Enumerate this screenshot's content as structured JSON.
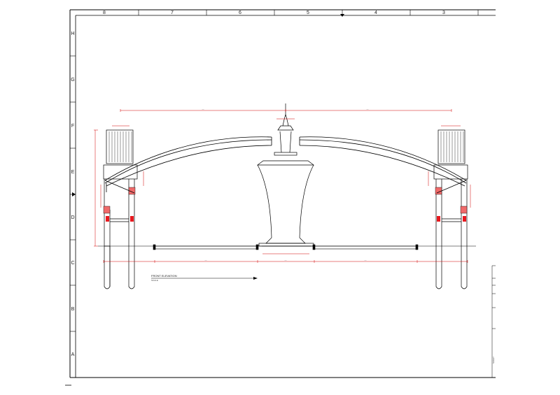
{
  "sheet": {
    "columns": [
      "8",
      "7",
      "6",
      "5",
      "4",
      "3"
    ],
    "rows": [
      "H",
      "G",
      "F",
      "E",
      "D",
      "C",
      "B",
      "A"
    ]
  },
  "elevation": {
    "title": "FRONT ELEVATION",
    "scale_label": "SCALE",
    "dim_text": "---"
  },
  "title_block": {
    "side_text": "SHEET"
  },
  "colors": {
    "line": "#000000",
    "dimension": "#d40000",
    "fill_red": "#e8191f",
    "fill_pink": "#f06a6a"
  }
}
